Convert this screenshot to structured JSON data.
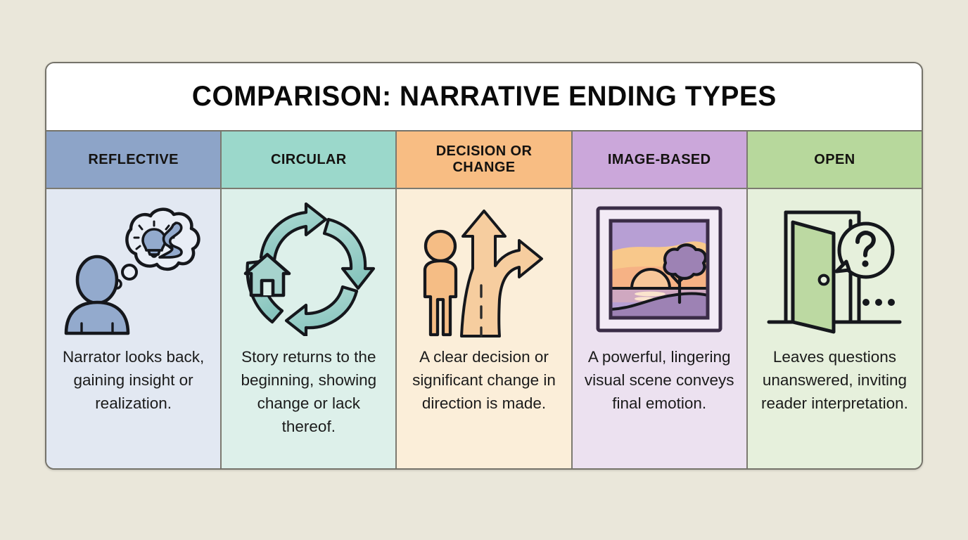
{
  "page": {
    "background_color": "#eae7da",
    "card_background": "#ffffff",
    "border_color": "#75736a"
  },
  "header": {
    "title": "Comparison: Narrative Ending Types"
  },
  "columns": [
    {
      "label": "Reflective",
      "header_color": "#8da4c8",
      "body_color": "#e2e8f2",
      "icon": "person-thought-bubble-lightbulb-icon",
      "icon_color": "#93aacd",
      "description": "Narrator looks back, gaining insight or realization."
    },
    {
      "label": "Circular",
      "header_color": "#9bd8cb",
      "body_color": "#ddf0ea",
      "icon": "circular-arrows-house-icon",
      "icon_color": "#96cfc6",
      "description": "Story returns to the beginning, showing change or lack thereof."
    },
    {
      "label": "Decision or Change",
      "header_color": "#f8bd83",
      "body_color": "#fbeed9",
      "icon": "person-forked-road-arrows-icon",
      "icon_color": "#f5c392",
      "description": "A clear decision or significant change in direction is made."
    },
    {
      "label": "Image-Based",
      "header_color": "#cba7da",
      "body_color": "#ece1f0",
      "icon": "framed-sunset-landscape-icon",
      "icon_color": "#a688b4",
      "description": "A powerful, lingering visual scene conveys final emotion."
    },
    {
      "label": "Open",
      "header_color": "#b7d89c",
      "body_color": "#e6f0dc",
      "icon": "open-door-question-mark-icon",
      "icon_color": "#bcd9a2",
      "description": "Leaves questions unanswered, inviting reader interpretation."
    }
  ]
}
